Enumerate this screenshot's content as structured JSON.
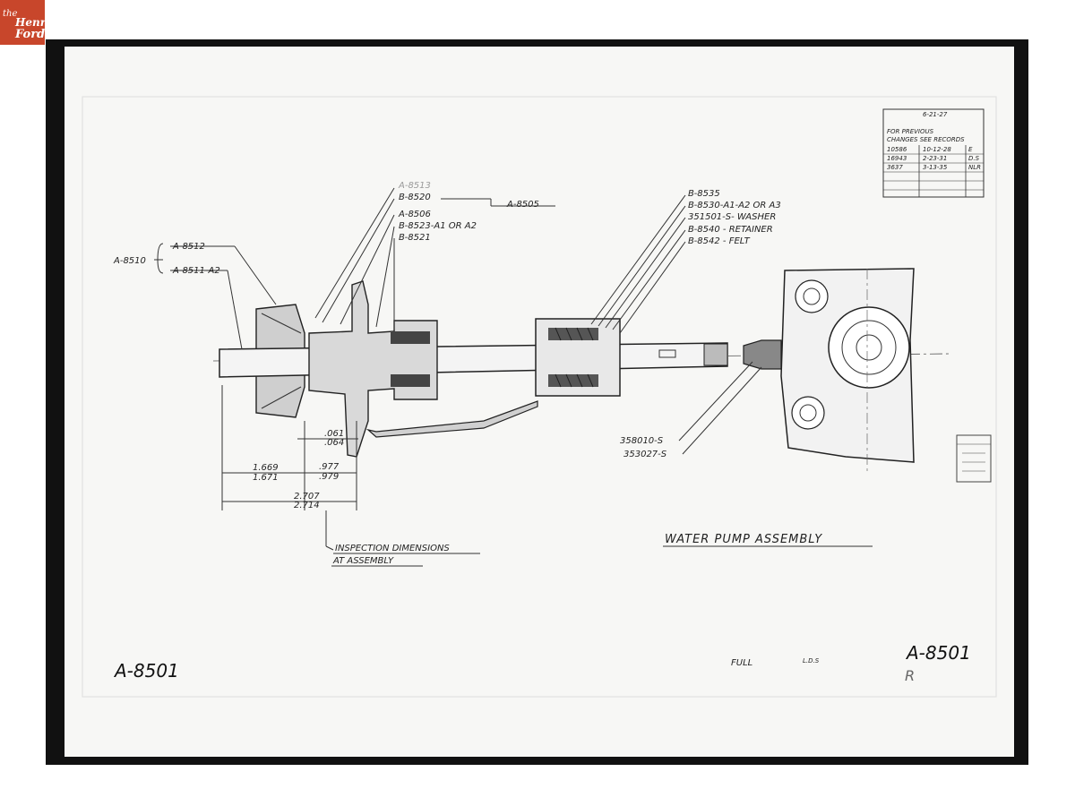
{
  "logo": {
    "the": "the",
    "henry": "Henry",
    "ford": "Ford"
  },
  "drawing": {
    "title": "WATER PUMP ASSEMBLY",
    "number_left": "A-8501",
    "number_right": "A-8501",
    "revision_letter": "R",
    "scale": "FULL",
    "drawn_by": "L.D.S",
    "date": "6-21-27",
    "records": {
      "header_1": "FOR PREVIOUS",
      "header_2": "CHANGES SEE RECORDS",
      "rows": [
        {
          "num": "10586",
          "date": "10-12-28",
          "mark": "E"
        },
        {
          "num": "16943",
          "date": "2-23-31",
          "mark": "D.S"
        },
        {
          "num": "3637",
          "date": "3-13-35",
          "mark": "NLR"
        }
      ]
    },
    "parts": {
      "a8510": "A-8510",
      "a8512": "A-8512",
      "a8511": "A-8511-A2",
      "a8513": "A-8513",
      "b8520": "B-8520",
      "a8506": "A-8506",
      "b8523": "B-8523-A1 OR A2",
      "b8521": "B-8521",
      "a8505": "A-8505",
      "b8535": "B-8535",
      "b8530": "B-8530-A1-A2 OR A3",
      "washer": "351501-S- WASHER",
      "b8540": "B-8540 - RETAINER",
      "b8542": "B-8542 - FELT",
      "p358010": "358010-S",
      "p353027": "353027-S"
    },
    "dims": {
      "d1a": ".061",
      "d1b": ".064",
      "d2a": "1.669",
      "d2b": "1.671",
      "d3a": ".977",
      "d3b": ".979",
      "d4a": "2.707",
      "d4b": "2.714"
    },
    "inspection_1": "INSPECTION DIMENSIONS",
    "inspection_2": "AT ASSEMBLY"
  }
}
